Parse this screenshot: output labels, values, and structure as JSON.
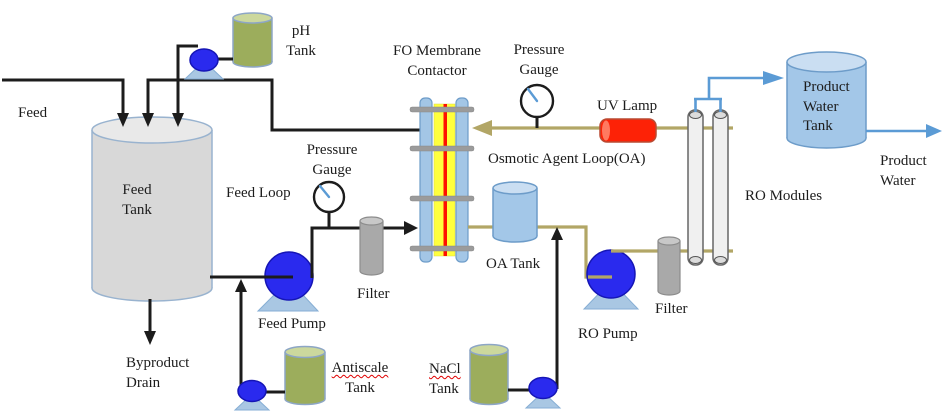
{
  "diagram_title": "FO-RO water treatment process flow diagram",
  "labels": {
    "feed_in": "Feed",
    "ph_tank": "pH\nTank",
    "feed_tank": "Feed\nTank",
    "feed_loop": "Feed Loop",
    "pressure_gauge_left": "Pressure\nGauge",
    "filter_left": "Filter",
    "feed_pump": "Feed Pump",
    "byproduct_drain": "Byproduct\nDrain",
    "fo_contactor": "FO Membrane\nContactor",
    "pressure_gauge_right": "Pressure\nGauge",
    "uv_lamp": "UV Lamp",
    "oa_loop": "Osmotic Agent Loop(OA)",
    "oa_tank": "OA Tank",
    "ro_pump": "RO Pump",
    "filter_right": "Filter",
    "ro_modules": "RO Modules",
    "product_water_tank": "Product\nWater\nTank",
    "product_water_out": "Product\nWater",
    "antiscale_line1": "Antiscale",
    "antiscale_line2": "Tank",
    "nacl_line1": "NaCl",
    "nacl_line2": "Tank"
  },
  "colors": {
    "line_black": "#1c1c1c",
    "line_olive": "#b2a666",
    "line_blue": "#5b9bd5",
    "pump_blue": "#2a2aee",
    "pump_base": "#a9c7e3",
    "tank_olive": "#9cad5c",
    "tank_olive_top": "#ccd89d",
    "tank_gray": "#d8d8d8",
    "tank_blue": "#a3c7e8",
    "tank_blue_top": "#cadef2",
    "filter_gray": "#a9a9a9",
    "module_gray": "#f0f0f0",
    "membrane_blue": "#a3c6e6",
    "membrane_yellow": "#ffff3d",
    "membrane_red": "#ff0f00",
    "uv_red": "#fd2206",
    "crossbar_gray": "#9b9b9b",
    "squiggle_red": "#e00000",
    "text": "#1c1c1c"
  }
}
